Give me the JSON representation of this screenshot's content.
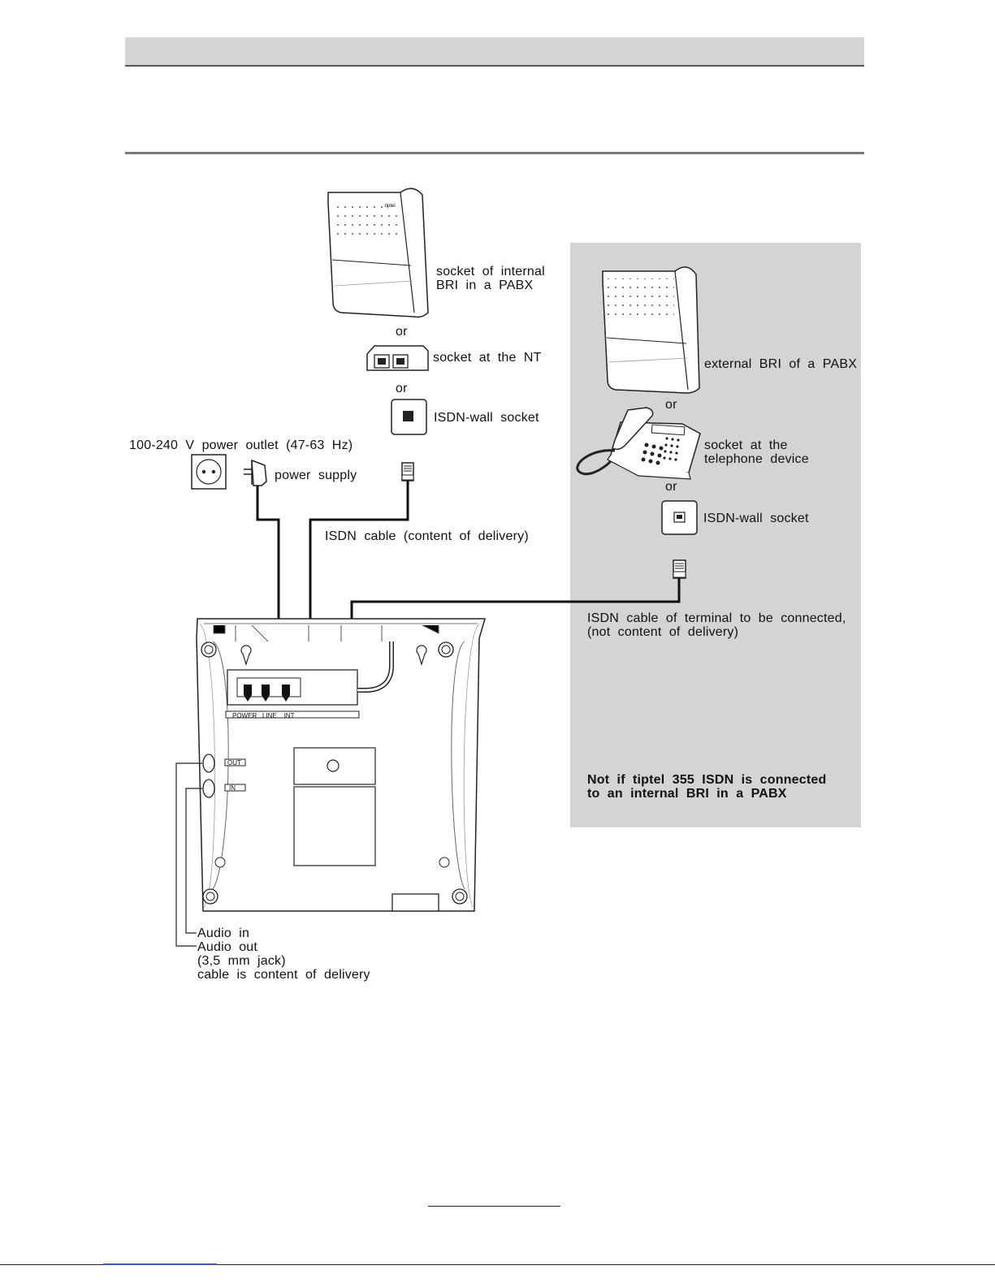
{
  "labels": {
    "internal_bri_socket": "socket  of  internal\nBRI  in  a  PABX",
    "or_1": "or",
    "nt_socket": "socket  at  the  NT",
    "or_2": "or",
    "isdn_wall_socket_left": "ISDN-wall  socket",
    "power_outlet": "100-240  V  power  outlet  (47-63  Hz)",
    "power_supply": "power  supply",
    "isdn_cable": "ISDN  cable  (content  of  delivery)",
    "external_bri": "external  BRI  of  a  PABX",
    "or_3": "or",
    "telephone_socket": "socket  at  the\ntelephone  device",
    "or_4": "or",
    "isdn_wall_socket_right": "ISDN-wall  socket",
    "terminal_cable": "ISDN  cable  of  terminal  to  be  connected,\n(not  content  of  delivery)",
    "note": "Not  if  tiptel  355  ISDN  is  connected\nto  an  internal  BRI  in  a  PABX",
    "audio": "Audio  in\nAudio  out\n(3,5  mm  jack)\ncable  is  content  of  delivery"
  },
  "device_labels": {
    "ports": "POWER   LINE    INT",
    "out": "OUT",
    "in": "IN"
  }
}
